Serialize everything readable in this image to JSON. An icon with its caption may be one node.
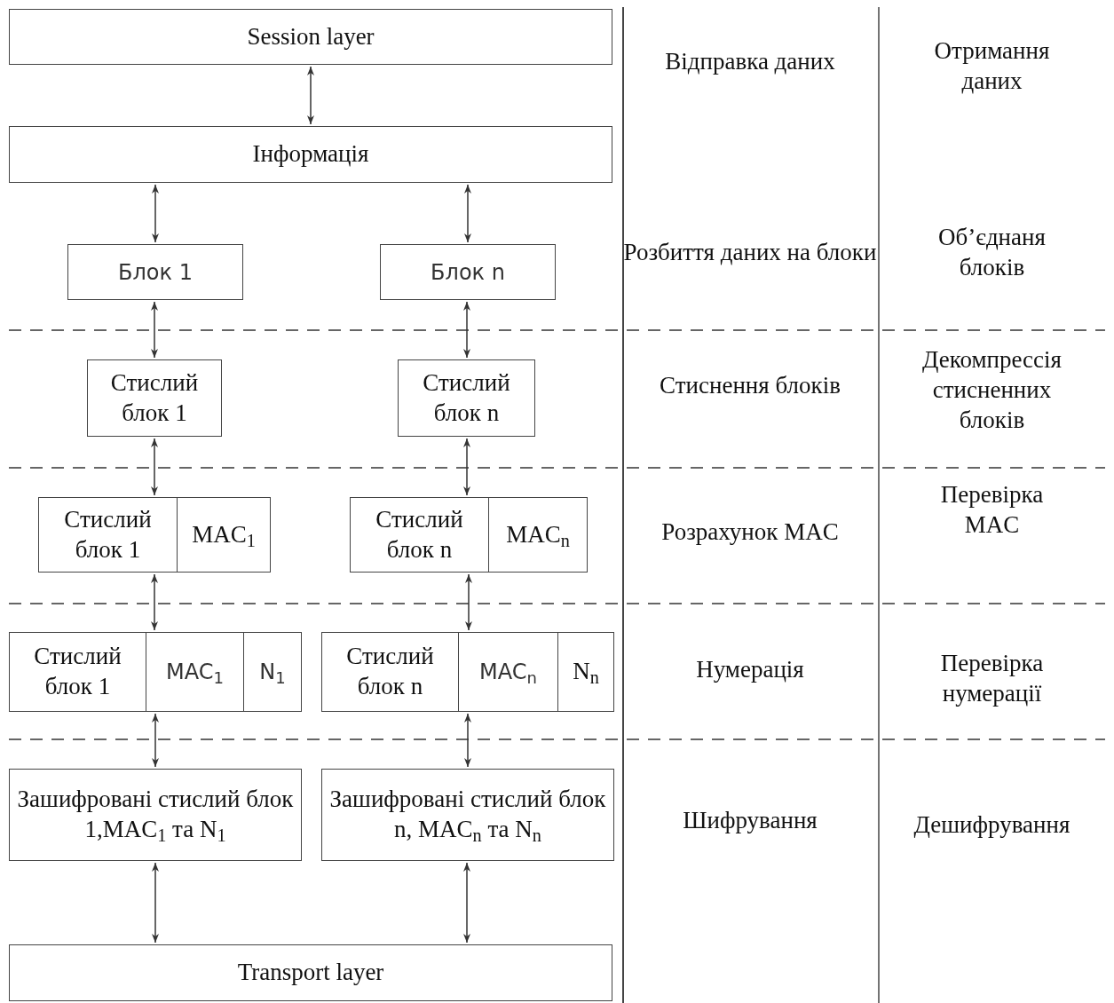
{
  "diagram": {
    "nodes": [
      {
        "text": [
          "Session layer"
        ]
      },
      {
        "text": [
          "Інформація"
        ]
      },
      {
        "text": [
          "Блок 1"
        ]
      },
      {
        "text": [
          "Блок n"
        ]
      },
      {
        "text": [
          "Стислий блок 1"
        ]
      },
      {
        "text": [
          "Стислий блок n"
        ]
      },
      {
        "text": [],
        "shape": "box"
      },
      {
        "text": [
          "Стислий блок 1"
        ],
        "in": 6
      },
      {
        "text": [
          "MAC$_{1}$"
        ],
        "in": 6
      },
      {
        "text": [],
        "shape": "box"
      },
      {
        "text": [
          "Стислий блок n"
        ],
        "in": 9
      },
      {
        "text": [
          "MAC$_{n}$"
        ],
        "in": 9
      },
      {
        "text": [],
        "shape": "box"
      },
      {
        "text": [
          "Стислий блок 1"
        ],
        "in": 12
      },
      {
        "text": [
          "MAC$_{1}$"
        ],
        "in": 12
      },
      {
        "text": [
          "N$_{1}$"
        ],
        "in": 12
      },
      {
        "text": [],
        "shape": "box"
      },
      {
        "text": [
          "Стислий блок n"
        ],
        "in": 16
      },
      {
        "text": [
          "MAC$_{n}$"
        ],
        "in": 16
      },
      {
        "text": [
          "N$_{n}$"
        ],
        "in": 16
      },
      {
        "text": [
          "Зашифровані стислий блок 1,MAC$_{1}$ та N$_{1}$"
        ]
      },
      {
        "text": [
          "Зашифровані стислий блок n, MAC$_{n}$ та N$_{n}$"
        ]
      },
      {
        "text": [
          "Transport layer"
        ]
      }
    ],
    "edges": [
      {
        "from": 0,
        "to": 1,
        "arrow": "both"
      },
      {
        "from": 1,
        "to": 2,
        "arrow": "both"
      },
      {
        "from": 1,
        "to": 3,
        "arrow": "both"
      },
      {
        "from": 2,
        "to": 4,
        "arrow": "both"
      },
      {
        "from": 3,
        "to": 5,
        "arrow": "both"
      },
      {
        "from": 4,
        "to": 6,
        "arrow": "both"
      },
      {
        "from": 5,
        "to": 9,
        "arrow": "both"
      },
      {
        "from": 6,
        "to": 12,
        "arrow": "both"
      },
      {
        "from": 9,
        "to": 16,
        "arrow": "both"
      },
      {
        "from": 12,
        "to": 20,
        "arrow": "both"
      },
      {
        "from": 16,
        "to": 21,
        "arrow": "both"
      },
      {
        "from": 20,
        "to": 22,
        "arrow": "both"
      },
      {
        "from": 21,
        "to": 22,
        "arrow": "both"
      }
    ],
    "labels": [
      "Відправка даних",
      "Отримання даних",
      "Розбиття даних на блоки",
      "Об’єднаня блоків",
      "Стиснення блоків",
      "Декомпрессія стисненних блоків",
      "Розрахунок MAC",
      "Перевірка MAC",
      "Нумерація",
      "Перевірка нумерації",
      "Шифрування",
      "Дешифрування"
    ]
  }
}
